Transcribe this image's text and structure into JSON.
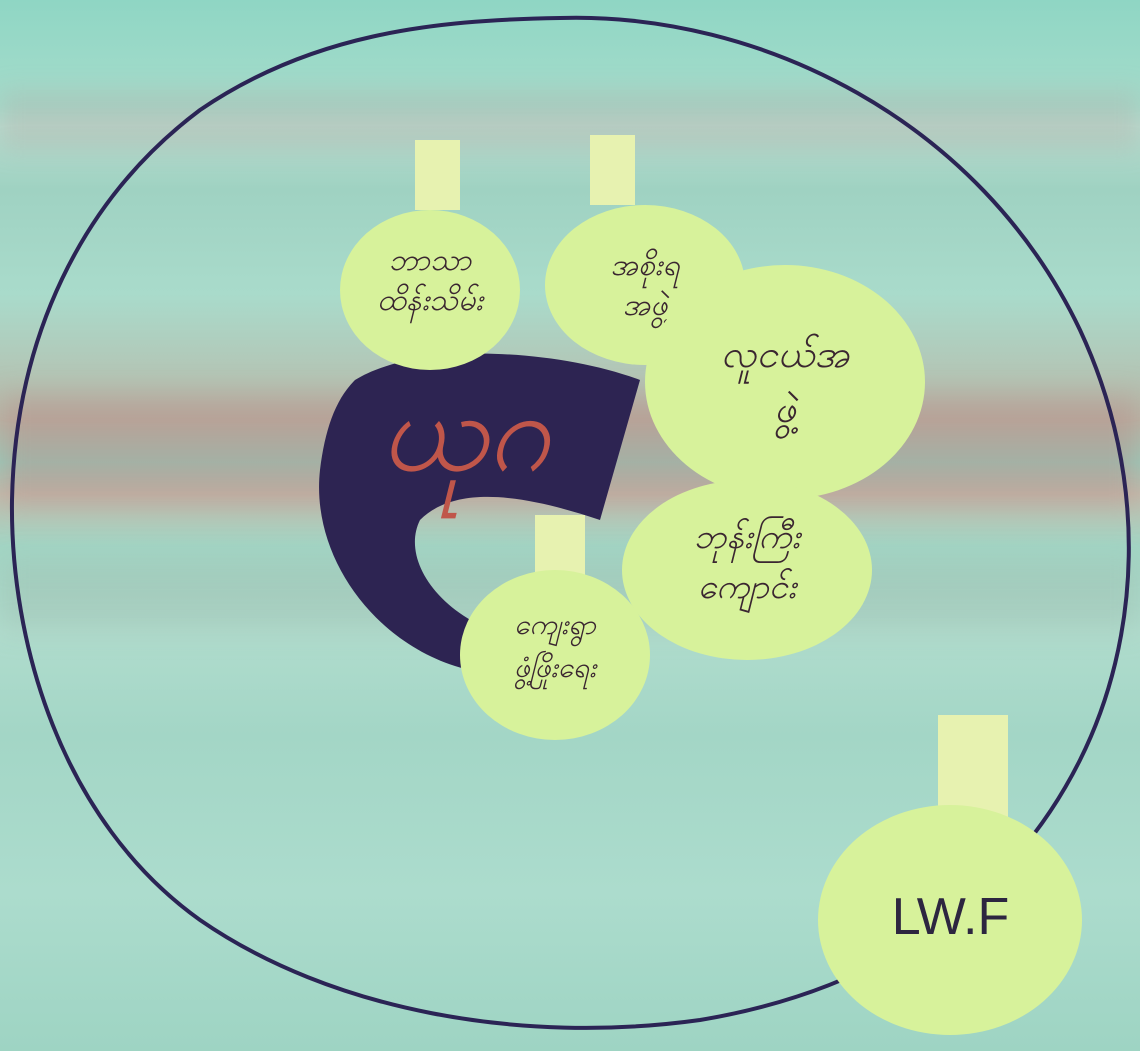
{
  "scene": {
    "background_color": "#a6dac9",
    "sticker_color": "#d7f29b",
    "tape_color": "#e7f2b0",
    "ink_color": "#2b2455",
    "center_ink_color": "#c0564a"
  },
  "center_symbol": {
    "text": "ယုဂ"
  },
  "stickers": [
    {
      "line1": "ဘာသာ",
      "line2": "ထိန်းသိမ်း"
    },
    {
      "line1": "အစိုးရ",
      "line2": "အဖွဲ့"
    },
    {
      "line1": "လူငယ်အ",
      "line2": "ဖွဲ့"
    },
    {
      "line1": "ဘုန်းကြီး",
      "line2": "ကျောင်း"
    },
    {
      "line1": "ကျေးရွာ",
      "line2": "ဖွံ့ဖြိုးရေး"
    },
    {
      "line1": "LW.F"
    }
  ]
}
